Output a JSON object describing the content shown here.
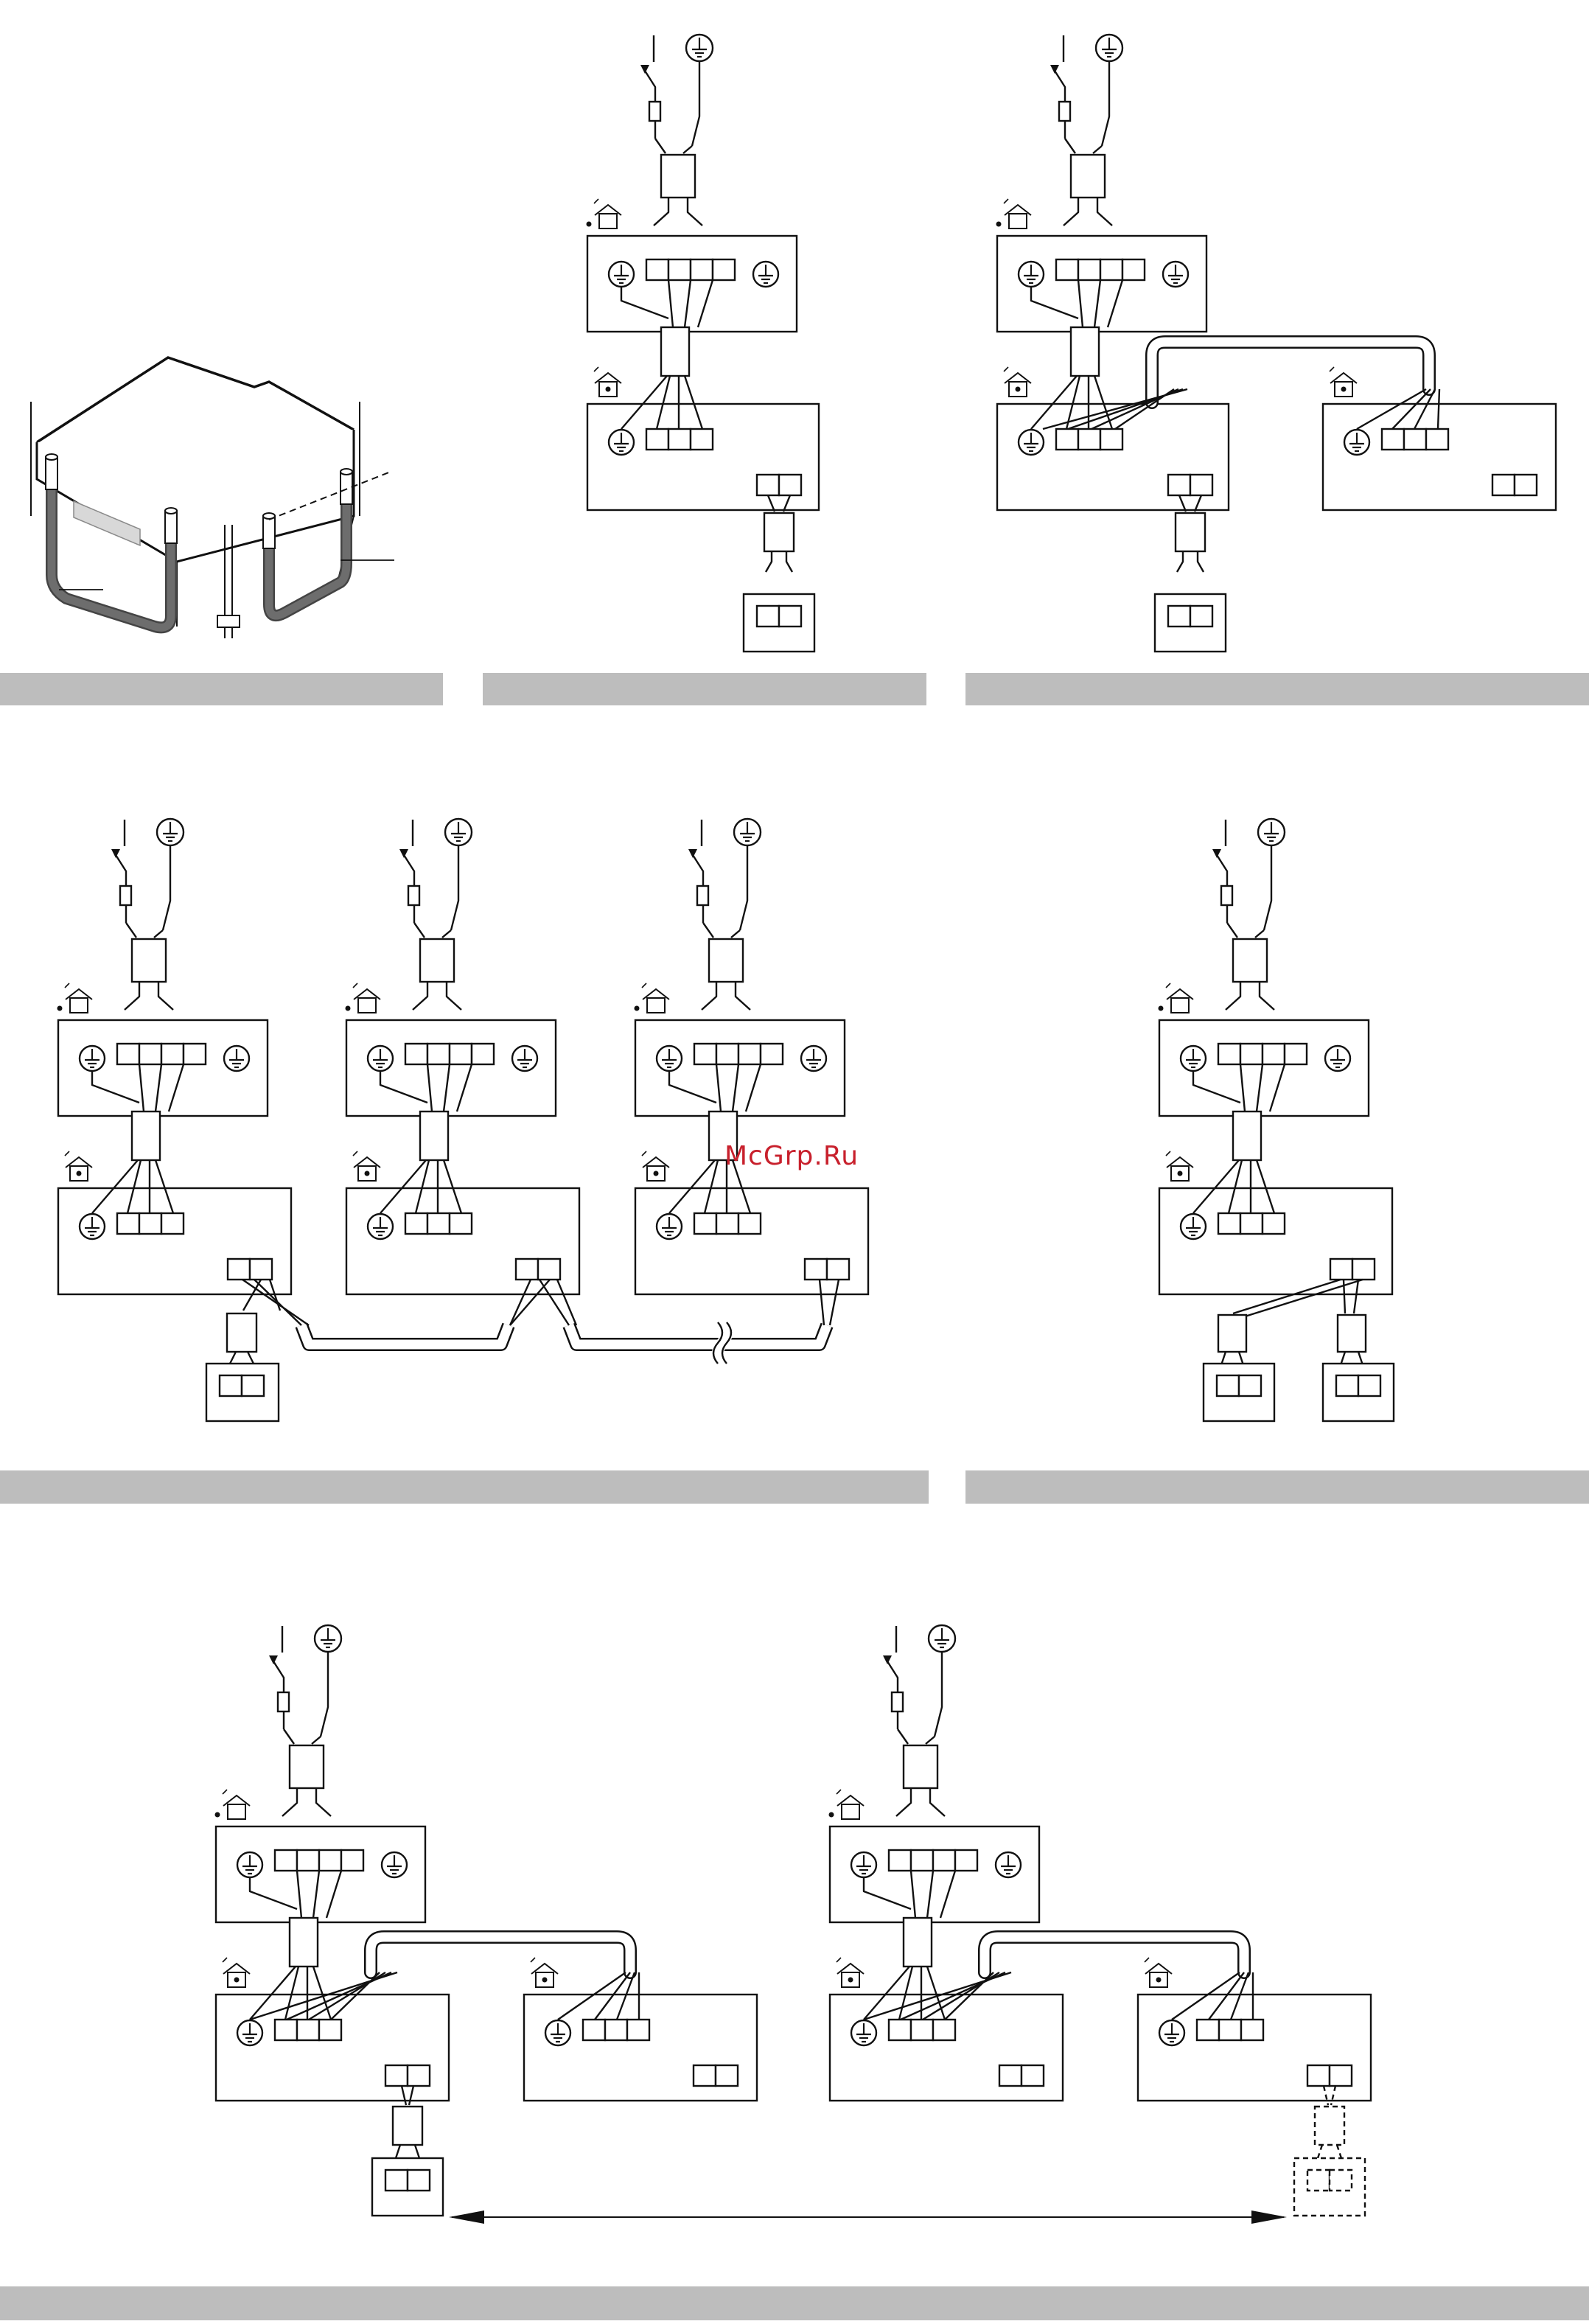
{
  "page": {
    "watermark": "McGrp.Ru",
    "separator_color": "#bdbdbd",
    "line_color": "#111111",
    "pipe_color": "#6d6d6d"
  },
  "panels": [
    {
      "id": "install-illustration",
      "kind": "isometric installation drawing"
    },
    {
      "id": "single-unit",
      "kind": "wiring diagram",
      "remotes": 1
    },
    {
      "id": "master-slave",
      "kind": "wiring diagram",
      "units": 2,
      "remotes": 1
    },
    {
      "id": "three-groups-chain",
      "kind": "wiring diagram",
      "groups": 3,
      "remotes": 1
    },
    {
      "id": "two-remotes",
      "kind": "wiring diagram",
      "remotes": 2
    },
    {
      "id": "remote-position-a",
      "kind": "wiring diagram"
    },
    {
      "id": "remote-position-b",
      "kind": "wiring diagram",
      "remote_dashed": true
    }
  ],
  "icons": [
    "ground-icon",
    "switch-icon",
    "fuse-icon",
    "house-icon",
    "terminal-block-icon",
    "arrow-icon"
  ]
}
